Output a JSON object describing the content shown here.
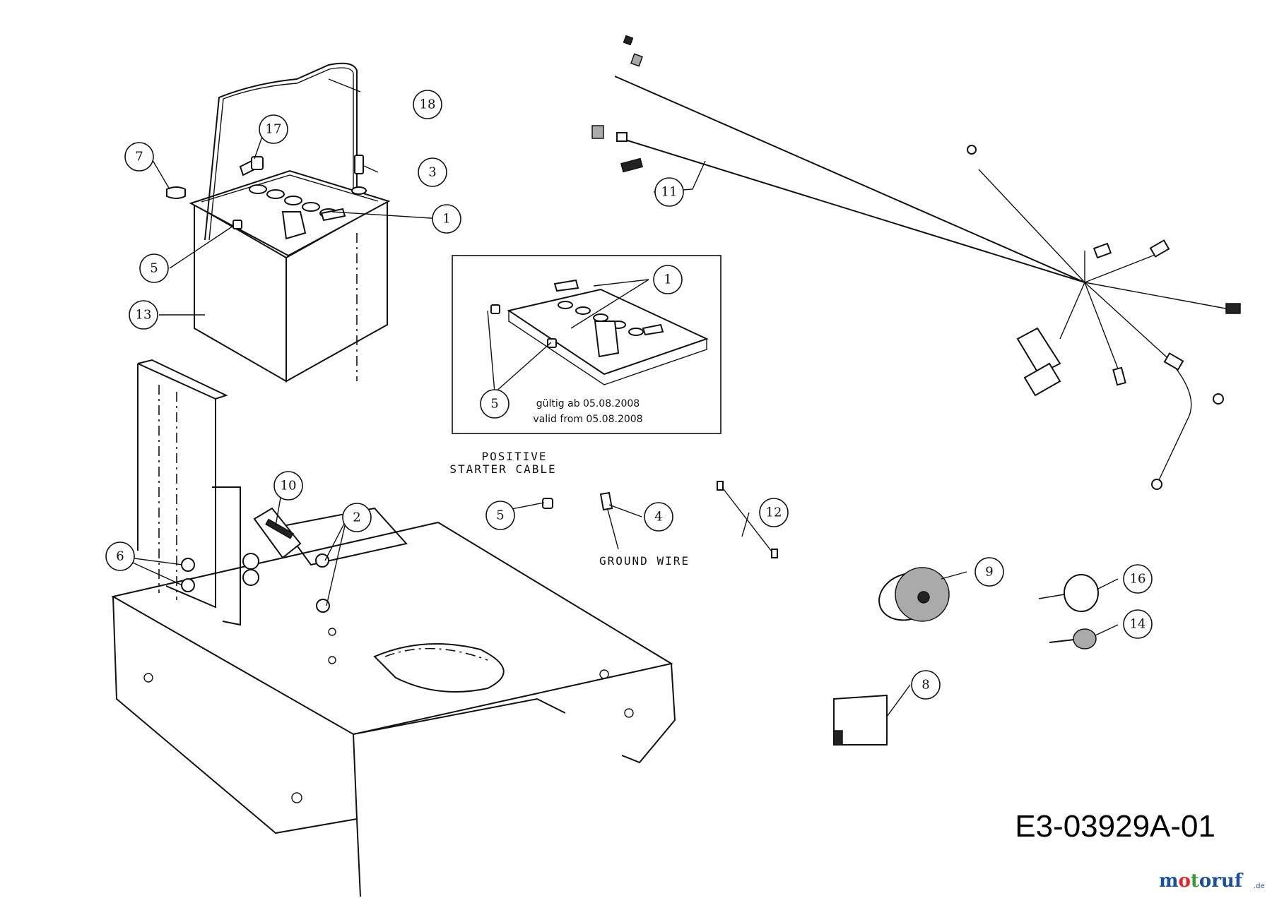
{
  "callouts": [
    {
      "id": "c18",
      "label": "18"
    },
    {
      "id": "c17",
      "label": "17"
    },
    {
      "id": "c7",
      "label": "7"
    },
    {
      "id": "c3",
      "label": "3"
    },
    {
      "id": "c1a",
      "label": "1"
    },
    {
      "id": "c5a",
      "label": "5"
    },
    {
      "id": "c13",
      "label": "13"
    },
    {
      "id": "c11",
      "label": "11"
    },
    {
      "id": "c1b",
      "label": "1"
    },
    {
      "id": "c5b",
      "label": "5"
    },
    {
      "id": "c10",
      "label": "10"
    },
    {
      "id": "c2",
      "label": "2"
    },
    {
      "id": "c6",
      "label": "6"
    },
    {
      "id": "c5c",
      "label": "5"
    },
    {
      "id": "c4",
      "label": "4"
    },
    {
      "id": "c12",
      "label": "12"
    },
    {
      "id": "c9",
      "label": "9"
    },
    {
      "id": "c16",
      "label": "16"
    },
    {
      "id": "c14",
      "label": "14"
    },
    {
      "id": "c8",
      "label": "8"
    }
  ],
  "inset": {
    "note_line1": "gültig ab 05.08.2008",
    "note_line2": "valid from 05.08.2008"
  },
  "labels": {
    "positive_line1": "POSITIVE",
    "positive_line2": "STARTER CABLE",
    "ground_wire": "GROUND WIRE"
  },
  "diagram_code": "E3-03929A-01",
  "watermark": {
    "brand": "motoruf",
    "suffix": ".de",
    "colors": {
      "m": "#1a4fa0",
      "o": "#e8202a",
      "t": "#3a9a3a",
      "rest": "#1a4fa0"
    }
  }
}
